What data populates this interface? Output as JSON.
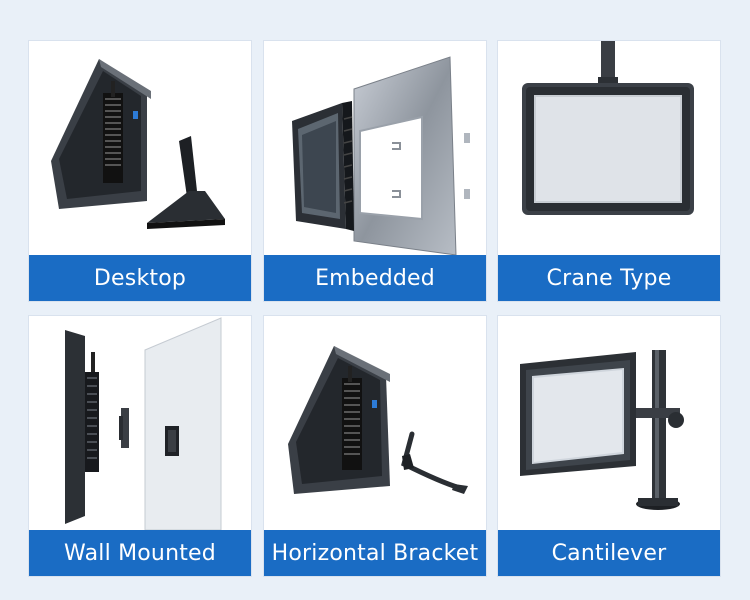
{
  "products": [
    {
      "label": "Desktop",
      "icon": "desktop-stand-monitor-icon"
    },
    {
      "label": "Embedded",
      "icon": "embedded-panel-monitor-icon"
    },
    {
      "label": "Crane Type",
      "icon": "ceiling-crane-monitor-icon"
    },
    {
      "label": "Wall Mounted",
      "icon": "wall-mounted-monitor-icon"
    },
    {
      "label": "Horizontal Bracket",
      "icon": "horizontal-bracket-monitor-icon"
    },
    {
      "label": "Cantilever",
      "icon": "cantilever-arm-monitor-icon"
    }
  ],
  "colors": {
    "label_bg": "#1a6cc4",
    "page_bg": "#e9f0f8"
  }
}
